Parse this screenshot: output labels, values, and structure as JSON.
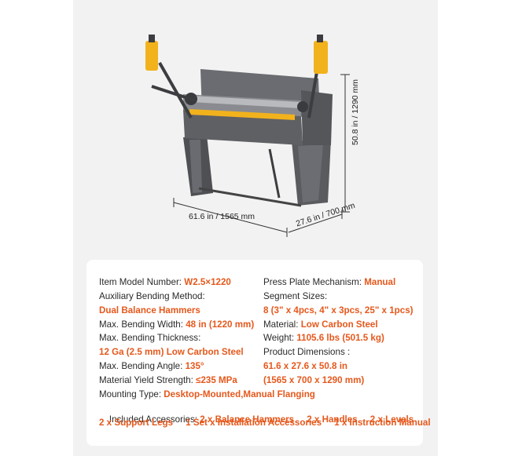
{
  "dimensions": {
    "width": "61.6 in / 1565 mm",
    "depth": "27.6 in / 700 mm",
    "height": "50.8 in / 1290 mm"
  },
  "specs": {
    "model_label": "Item Model Number: ",
    "model_value": "W2.5×1220",
    "aux_label": "Auxiliary Bending Method:",
    "aux_value": "Dual Balance Hammers",
    "width_label": "Max. Bending Width: ",
    "width_value": "48 in (1220 mm)",
    "thickness_label": "Max. Bending Thickness:",
    "thickness_value": "12 Ga (2.5 mm) Low Carbon Steel",
    "angle_label": "Max. Bending Angle: ",
    "angle_value": "135°",
    "yield_label": "Material Yield Strength: ",
    "yield_value": "≤235 MPa",
    "mounting_label": "Mounting Type: ",
    "mounting_value": "Desktop-Mounted,Manual Flanging",
    "press_label": "Press Plate Mechanism: ",
    "press_value": "Manual",
    "segment_label": "Segment Sizes:",
    "segment_value": "8 (3\" x 4pcs, 4\" x 3pcs, 25\" x 1pcs)",
    "material_label": "Material: ",
    "material_value": "Low Carbon Steel",
    "weight_label": "Weight: ",
    "weight_value": "1105.6 lbs (501.5 kg)",
    "dims_label": "Product Dimensions :",
    "dims_value_1": "61.6 x 27.6 x 50.8 in",
    "dims_value_2": "(1565 x 700 x 1290 mm)",
    "accessories_label": "Included Accessories: ",
    "accessories_line1": "2 x Balance Hammers     2 x Handles     2 x Levels",
    "accessories_line2": "2 x Support Legs     1 Set x Installation Accessories     1 x Instruction Manual"
  },
  "colors": {
    "accent": "#e5581c",
    "machine_gray": "#5f6064",
    "handle_yellow": "#f2b21c"
  }
}
